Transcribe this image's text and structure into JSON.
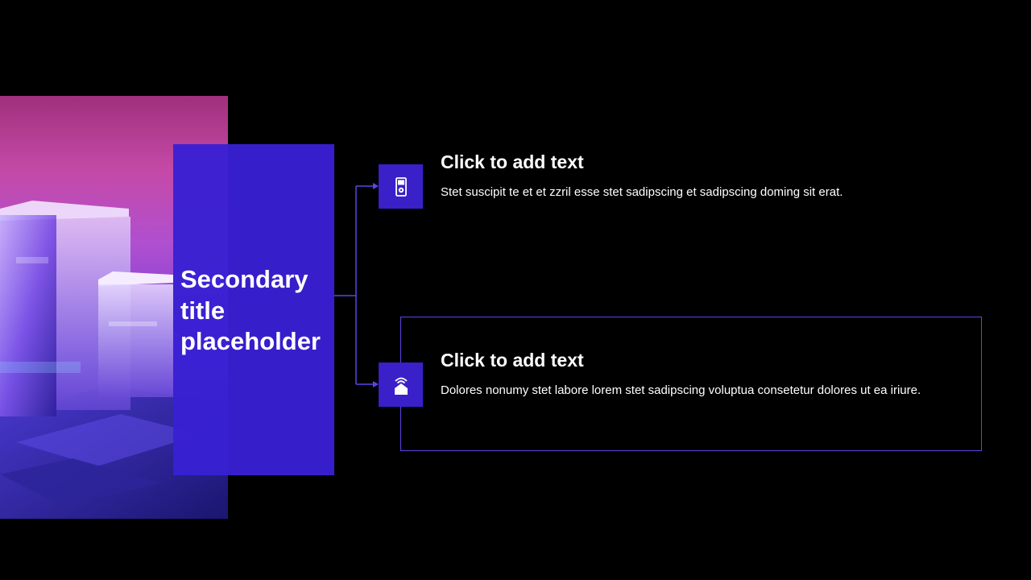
{
  "slide": {
    "background_color": "#000000",
    "accent_color": "#3a20c8",
    "line_color": "#5b46e6",
    "image": {
      "description_icon": "glass-cubes-image"
    },
    "title": "Secondary title placeholder",
    "items": [
      {
        "icon": "media-player-icon",
        "title": "Click to add text",
        "text": "Stet suscipit te et et zzril esse stet sadipscing et sadipscing doming sit erat."
      },
      {
        "icon": "smart-home-icon",
        "title": "Click to add text",
        "text": "Dolores nonumy stet labore lorem stet sadipscing voluptua consetetur dolores ut ea iriure."
      }
    ]
  }
}
